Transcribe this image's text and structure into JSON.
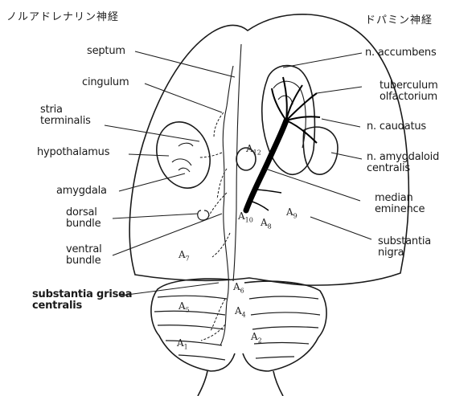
{
  "headers": {
    "noradrenaline": "ノルアドレナリン神経",
    "dopamine": "ドパミン神経"
  },
  "labels_left": {
    "septum": "septum",
    "cingulum": "cingulum",
    "stria_terminalis": "stria\nterminalis",
    "hypothalamus": "hypothalamus",
    "amygdala": "amygdala",
    "dorsal_bundle": "dorsal\nbundle",
    "ventral_bundle": "ventral\nbundle",
    "substantia_grisea_centralis": "substantia grisea\ncentralis"
  },
  "labels_right": {
    "n_accumbens": "n. accumbens",
    "tuberculum_olfactorium": "tuberculum\nolfactorium",
    "n_caudatus": "n. caudatus",
    "n_amygdaloid_centralis": "n. amygdaloid\ncentralis",
    "median_eminence": "median\neminence",
    "substantia_nigra": "substantia\nnigra"
  },
  "cell_groups": {
    "a12": {
      "base": "A",
      "sub": "12"
    },
    "a10": {
      "base": "A",
      "sub": "10"
    },
    "a8": {
      "base": "A",
      "sub": "8"
    },
    "a9": {
      "base": "A",
      "sub": "9"
    },
    "a7": {
      "base": "A",
      "sub": "7"
    },
    "a6": {
      "base": "A",
      "sub": "6"
    },
    "a5": {
      "base": "A",
      "sub": "5"
    },
    "a4": {
      "base": "A",
      "sub": "4"
    },
    "a1": {
      "base": "A",
      "sub": "1"
    },
    "a2": {
      "base": "A",
      "sub": "2"
    }
  },
  "colors": {
    "ink": "#1a1a1a",
    "dopamine_tract": "#000000",
    "background": "#ffffff"
  }
}
